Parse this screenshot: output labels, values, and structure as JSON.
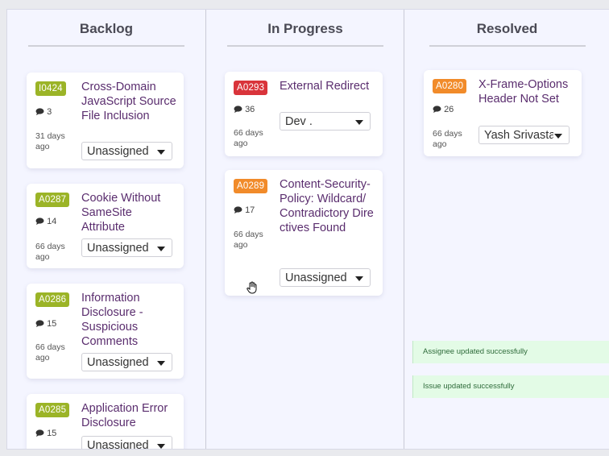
{
  "columns": [
    {
      "title": "Backlog",
      "cards": [
        {
          "id": "I0424",
          "badge_color": "#9bb427",
          "title": "Cross-Domain JavaScript Source File Inclusion",
          "comments": "3",
          "age": "31 days ago",
          "assignee": "Unassigned"
        },
        {
          "id": "A0287",
          "badge_color": "#9bb427",
          "title": "Cookie Without SameSite Attribute",
          "comments": "14",
          "age": "66 days ago",
          "assignee": "Unassigned"
        },
        {
          "id": "A0286",
          "badge_color": "#9bb427",
          "title": "Information Disclosure - Suspicious Comments",
          "comments": "15",
          "age": "66 days ago",
          "assignee": "Unassigned"
        },
        {
          "id": "A0285",
          "badge_color": "#9bb427",
          "title": "Application Error Disclosure",
          "comments": "15",
          "age": "",
          "assignee": "Unassigned"
        }
      ]
    },
    {
      "title": "In Progress",
      "cards": [
        {
          "id": "A0293",
          "badge_color": "#d9343b",
          "title": "External Redirect",
          "comments": "36",
          "age": "66 days ago",
          "assignee": "Dev ."
        },
        {
          "id": "A0289",
          "badge_color": "#f18b2a",
          "title": "Content-Security-Policy: Wildcard/Contradictory Directives Found",
          "comments": "17",
          "age": "66 days ago",
          "assignee": "Unassigned"
        }
      ]
    },
    {
      "title": "Resolved",
      "cards": [
        {
          "id": "A0280",
          "badge_color": "#f18b2a",
          "title": "X-Frame-Options Header Not Set",
          "comments": "26",
          "age": "66 days ago",
          "assignee": "Yash Srivastava"
        }
      ]
    }
  ],
  "toasts": [
    "Assignee updated successfully",
    "Issue updated successfully"
  ],
  "icons": {
    "comment": "comment-icon",
    "dropdown": "caret-down-icon",
    "cursor": "hand-cursor-icon"
  }
}
